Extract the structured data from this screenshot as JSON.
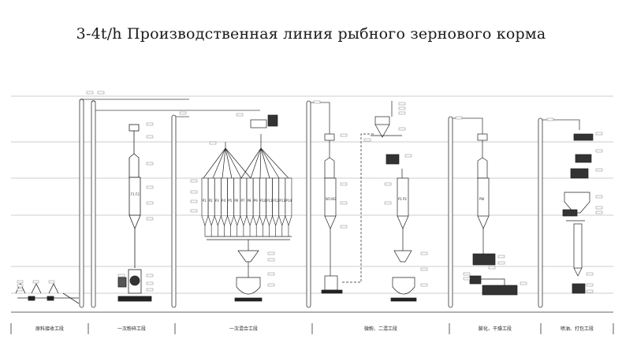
{
  "title": "3-4t/h Производственная линия рыбного зернового корма",
  "bin_labels": [
    "P1",
    "P2",
    "P3",
    "P4",
    "P5",
    "P6",
    "P7",
    "P8",
    "P9",
    "P10",
    "P11",
    "P12",
    "P13",
    "P14"
  ],
  "sections": [
    {
      "label": "原料接收工段"
    },
    {
      "label": "一次粉碎工段"
    },
    {
      "label": "一次混合工段"
    },
    {
      "label": "微粉、二混工段"
    },
    {
      "label": "膨化、干燥工段"
    },
    {
      "label": "喷油、打包工段"
    }
  ]
}
